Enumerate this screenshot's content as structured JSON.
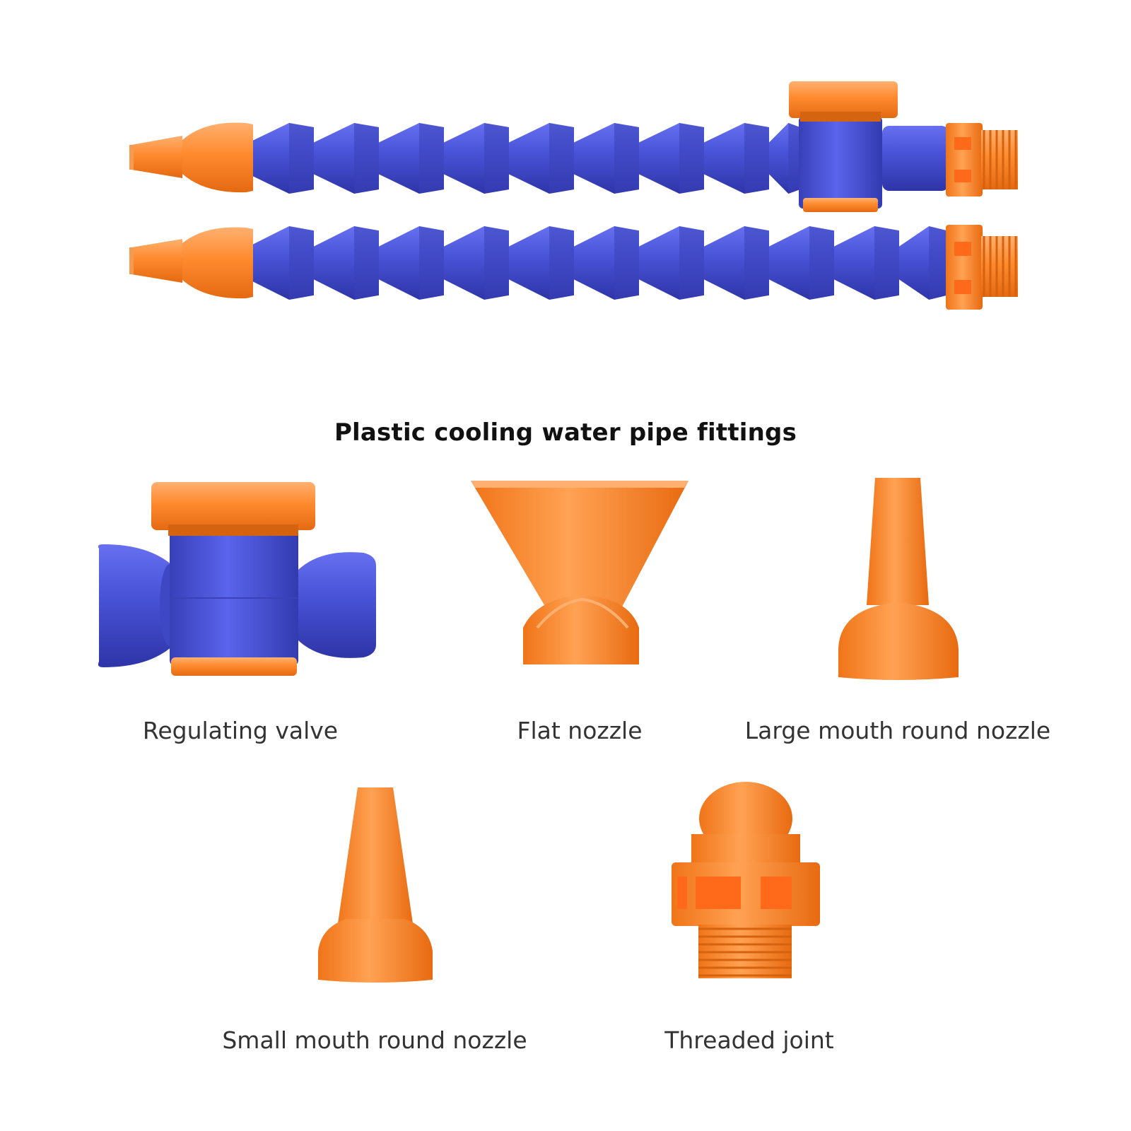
{
  "colors": {
    "orange": "#FF8A2E",
    "orange_dark": "#E86E14",
    "blue": "#4A54D8",
    "blue_dark": "#2F36B0",
    "text": "#333333"
  },
  "title": "Plastic cooling water pipe fittings",
  "products": [
    {
      "icon": "regulating-valve-icon",
      "label": "Regulating valve"
    },
    {
      "icon": "flat-nozzle-icon",
      "label": "Flat nozzle"
    },
    {
      "icon": "large-mouth-round-nozzle-icon",
      "label": "Large mouth round nozzle"
    },
    {
      "icon": "small-mouth-round-nozzle-icon",
      "label": "Small mouth round nozzle"
    },
    {
      "icon": "threaded-joint-icon",
      "label": "Threaded joint"
    }
  ],
  "hoses": [
    {
      "icon": "coolant-hose-with-valve-icon"
    },
    {
      "icon": "coolant-hose-icon"
    }
  ]
}
